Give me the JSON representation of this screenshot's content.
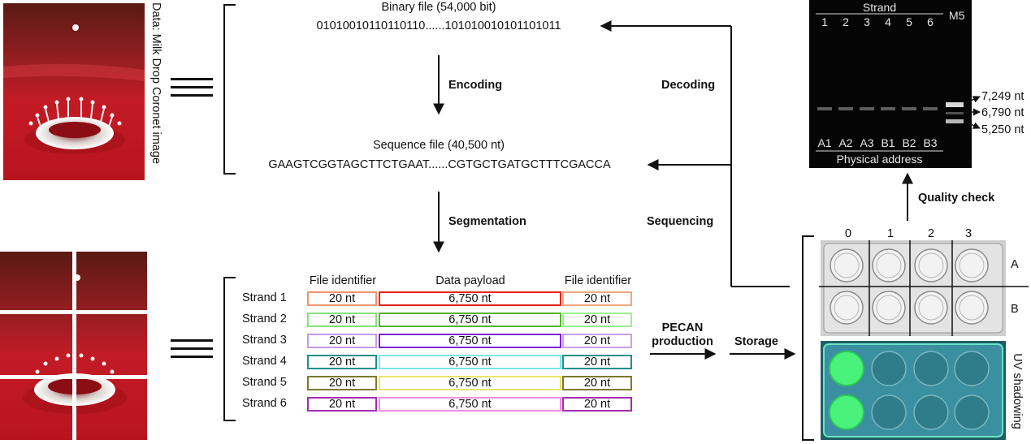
{
  "image_label": "Data: Milk Drop Coronet image",
  "binary_file": {
    "title": "Binary file (54,000 bit)",
    "bits": "01010010110110110......101010010101101011"
  },
  "encoding_label": "Encoding",
  "decoding_label": "Decoding",
  "sequence_file": {
    "title": "Sequence file (40,500 nt)",
    "seq": "GAAGTCGGTAGCTTCTGAAT......CGTGCTGATGCTTTCGACCA"
  },
  "segmentation_label": "Segmentation",
  "sequencing_label": "Sequencing",
  "table": {
    "headers": [
      "File identifier",
      "Data payload",
      "File identifier"
    ],
    "strands": [
      {
        "name": "Strand 1",
        "id1": "20 nt",
        "payload": "6,750 nt",
        "id2": "20 nt",
        "c1": "#f0926a",
        "c2": "#e8231c",
        "c3": "#f0a882"
      },
      {
        "name": "Strand 2",
        "id1": "20 nt",
        "payload": "6,750 nt",
        "id2": "20 nt",
        "c1": "#86e07a",
        "c2": "#57b32a",
        "c3": "#9af08f"
      },
      {
        "name": "Strand 3",
        "id1": "20 nt",
        "payload": "6,750 nt",
        "id2": "20 nt",
        "c1": "#c59ae8",
        "c2": "#7a1fd6",
        "c3": "#c9a0ea"
      },
      {
        "name": "Strand 4",
        "id1": "20 nt",
        "payload": "6,750 nt",
        "id2": "20 nt",
        "c1": "#1f8f8a",
        "c2": "#7ee5e5",
        "c3": "#1f8f8a"
      },
      {
        "name": "Strand 5",
        "id1": "20 nt",
        "payload": "6,750 nt",
        "id2": "20 nt",
        "c1": "#7c7a2a",
        "c2": "#e9e36a",
        "c3": "#7c7a2a"
      },
      {
        "name": "Strand 6",
        "id1": "20 nt",
        "payload": "6,750 nt",
        "id2": "20 nt",
        "c1": "#a62bb5",
        "c2": "#f08de8",
        "c3": "#a62bb5"
      }
    ]
  },
  "pecan_label": "PECAN\nproduction",
  "storage_label": "Storage",
  "quality_label": "Quality check",
  "plate": {
    "columns": [
      "0",
      "1",
      "2",
      "3"
    ],
    "rows": [
      "A",
      "B"
    ],
    "uv_label": "UV shadowing"
  },
  "gel": {
    "strand_title": "Strand",
    "lanes": [
      "1",
      "2",
      "3",
      "4",
      "5",
      "6"
    ],
    "marker": "M5",
    "addresses": [
      "A1",
      "A2",
      "A3",
      "B1",
      "B2",
      "B3"
    ],
    "address_title": "Physical address",
    "sizes": [
      "7,249 nt",
      "6,790 nt",
      "5,250 nt"
    ]
  }
}
